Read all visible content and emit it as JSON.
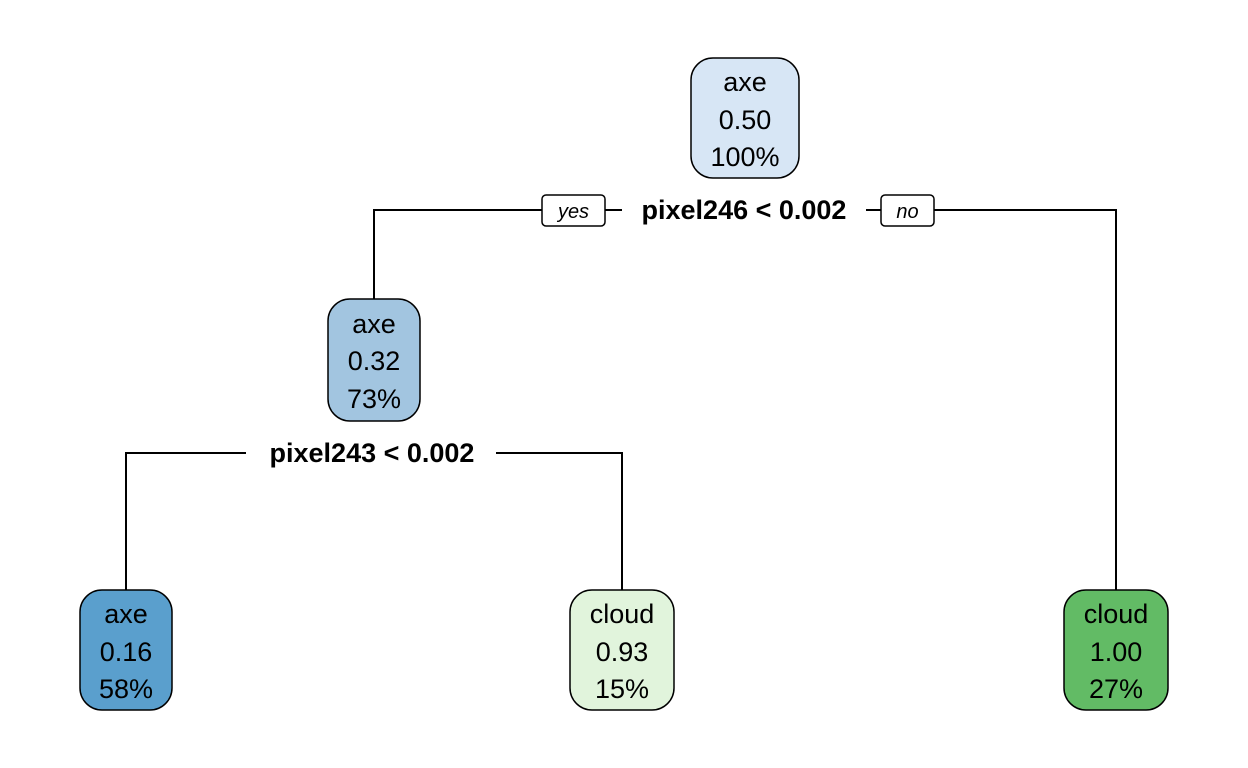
{
  "tree": {
    "nodes": {
      "root": {
        "label": "axe",
        "value": "0.50",
        "percent": "100%",
        "fill": "#d7e6f5"
      },
      "left": {
        "label": "axe",
        "value": "0.32",
        "percent": "73%",
        "fill": "#a2c5e0"
      },
      "leaf_ll": {
        "label": "axe",
        "value": "0.16",
        "percent": "58%",
        "fill": "#5a9fcd"
      },
      "leaf_lr": {
        "label": "cloud",
        "value": "0.93",
        "percent": "15%",
        "fill": "#e1f4dc"
      },
      "leaf_r": {
        "label": "cloud",
        "value": "1.00",
        "percent": "27%",
        "fill": "#62bb65"
      }
    },
    "splits": {
      "root": "pixel246 < 0.002",
      "left": "pixel243 < 0.002"
    },
    "branches": {
      "yes": "yes",
      "no": "no"
    }
  }
}
